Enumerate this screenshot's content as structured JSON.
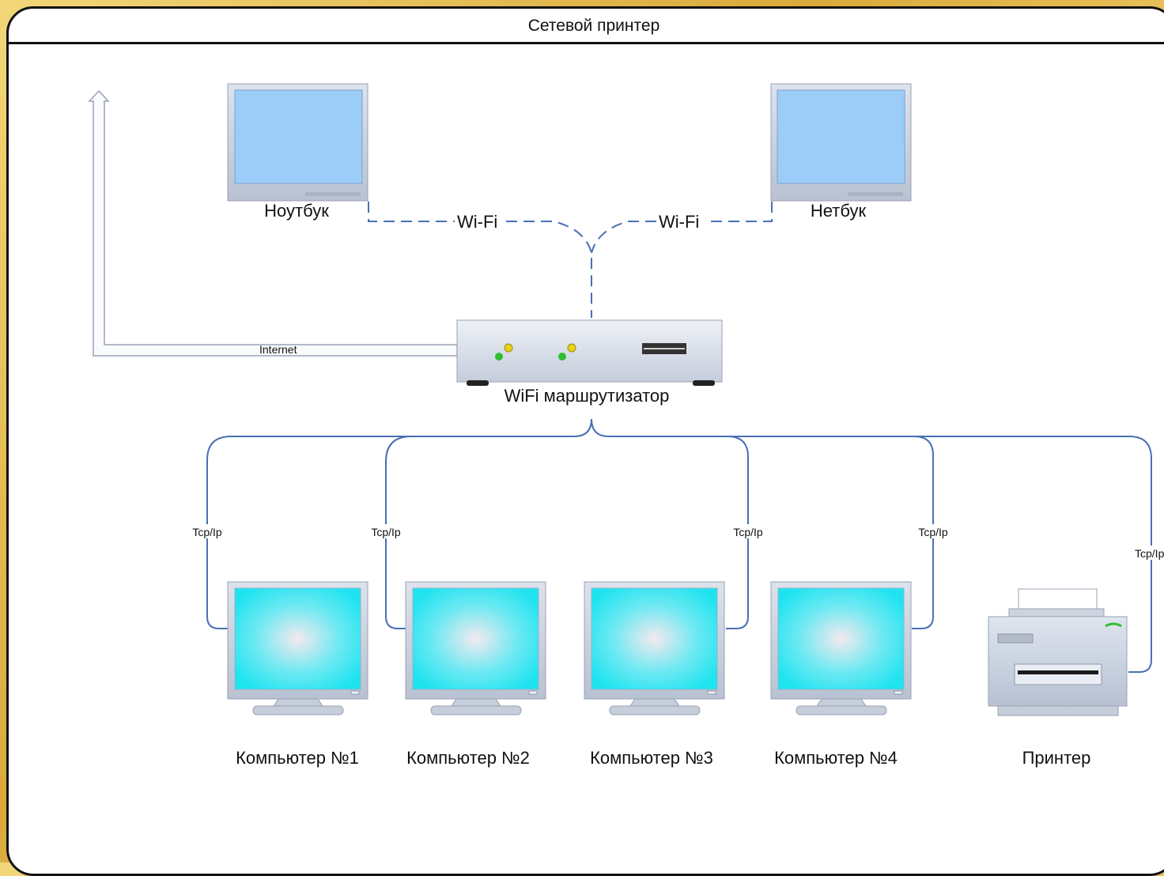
{
  "title": "Сетевой принтер",
  "devices": {
    "laptop": "Ноутбук",
    "netbook": "Нетбук",
    "router": "WiFi маршрутизатор",
    "pc1": "Компьютер №1",
    "pc2": "Компьютер №2",
    "pc3": "Компьютер №3",
    "pc4": "Компьютер №4",
    "printer": "Принтер"
  },
  "links": {
    "wifi_left": "Wi-Fi",
    "wifi_right": "Wi-Fi",
    "internet": "Internet",
    "tcp1": "Tcp/Ip",
    "tcp2": "Tcp/Ip",
    "tcp3": "Tcp/Ip",
    "tcp4": "Tcp/Ip",
    "tcp5": "Tcp/Ip"
  },
  "colors": {
    "wire": "#4a6fb5",
    "screen_laptop": "#9cccf8",
    "screen_pc": "#36e6f2",
    "led_green": "#2fbf2f",
    "led_yellow": "#e8d21a"
  }
}
